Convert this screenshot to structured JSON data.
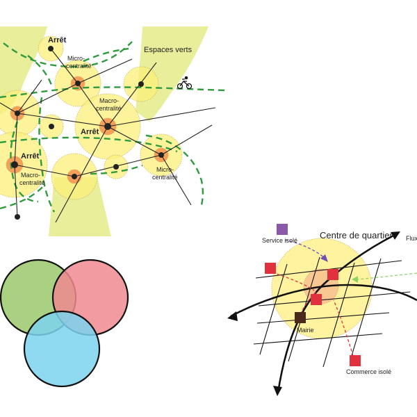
{
  "network_diagram": {
    "labels": {
      "arret_top": "Arrêt",
      "micro_top_1": "Micro-",
      "micro_top_2": "centralité",
      "espaces_verts": "Espaces verts",
      "macro_center_1": "Macro-",
      "macro_center_2": "centralité",
      "arret_center": "Arrêt",
      "arret_left": "Arrêt",
      "macro_left_1": "Macro-",
      "macro_left_2": "centralité",
      "micro_right_1": "Micro-",
      "micro_right_2": "centralité"
    },
    "icons": [
      "bicycle-icon"
    ]
  },
  "overlap_diagram": {
    "circles": [
      {
        "name": "green",
        "color": "#a5cf7a"
      },
      {
        "name": "red",
        "color": "#f08a8f"
      },
      {
        "name": "blue",
        "color": "#7dd3ef"
      }
    ]
  },
  "quarter_diagram": {
    "title": "Centre de quartier",
    "flux": "Flux",
    "service_isole": "Service isolé",
    "mairie": "Mairie",
    "commerce_isole": "Commerce isolé",
    "colors": {
      "service": "#8a5aa8",
      "commerce": "#e0313f",
      "mairie": "#4a2a1a",
      "zone": "#fff3a0"
    }
  }
}
